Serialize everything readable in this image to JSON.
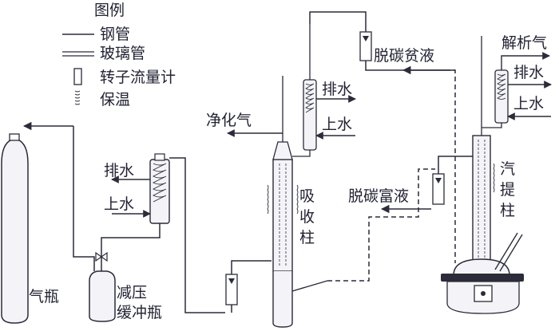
{
  "legend": {
    "title": "图例",
    "items": [
      {
        "label": "钢管",
        "symbol": "steel-pipe"
      },
      {
        "label": "玻璃管",
        "symbol": "glass-pipe"
      },
      {
        "label": "转子流量计",
        "symbol": "rotameter"
      },
      {
        "label": "保温",
        "symbol": "insulation"
      }
    ]
  },
  "labels": {
    "gas_cylinder": "气瓶",
    "buffer_bottle_line1": "减压",
    "buffer_bottle_line2": "缓冲瓶",
    "condenser_left_drain": "排水",
    "condenser_left_inlet": "上水",
    "purified_gas": "净化气",
    "absorber_drain": "排水",
    "absorber_inlet": "上水",
    "absorption_column": [
      "吸",
      "收",
      "柱"
    ],
    "lean_liquid": "脱碳贫液",
    "rich_liquid": "脱碳富液",
    "desorbed_gas": "解析气",
    "stripper_drain": "排水",
    "stripper_inlet": "上水",
    "stripping_column": [
      "汽",
      "提",
      "柱"
    ]
  },
  "colors": {
    "line": "#2b2b3a",
    "glass_fill": "#f4f4f8",
    "text": "#222233"
  }
}
